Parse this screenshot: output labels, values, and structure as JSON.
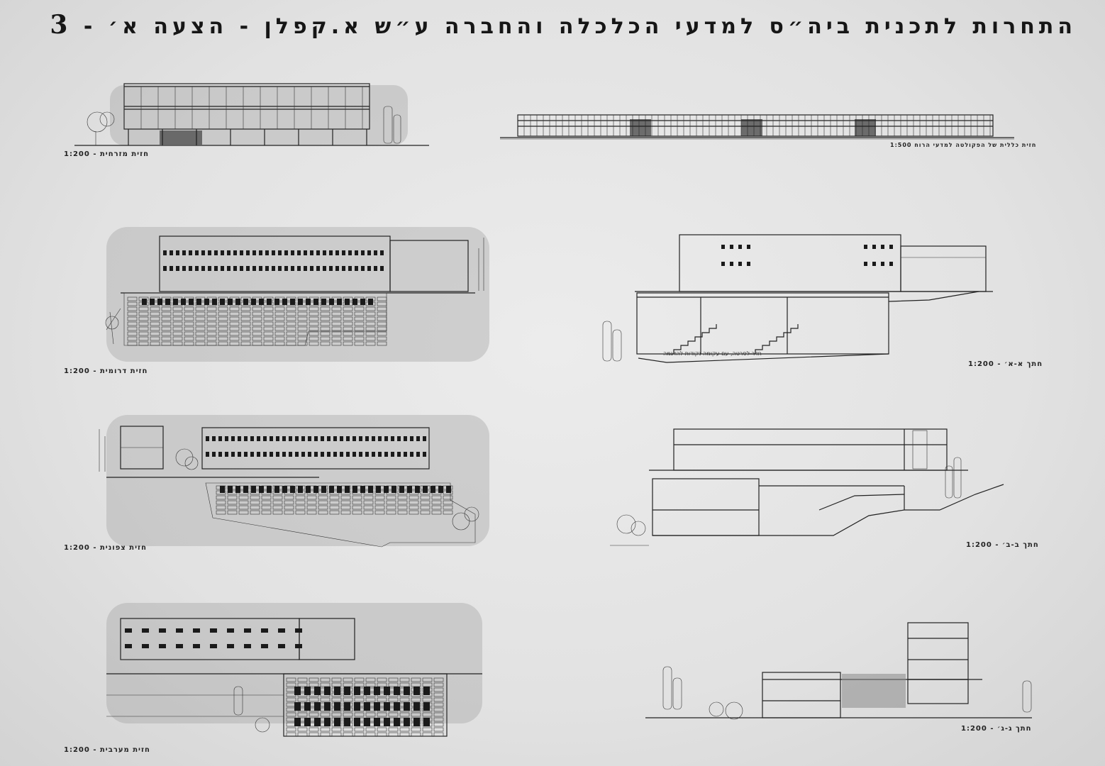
{
  "title": "התחרות לתכנית ביה״ס למדעי הכלכלה והחברה ע״ש א.קפלן - הצעה א׳ - ",
  "title_mark": "3",
  "drawings": [
    {
      "id": "east",
      "label": "חזית מזרחית - 1:200"
    },
    {
      "id": "general",
      "label": "חזית כללית של הפקולטה למדעי הרוח 1:500"
    },
    {
      "id": "south",
      "label": "חזית דרומית - 1:200"
    },
    {
      "id": "section-aa",
      "label": "חתך א-א׳ - 1:200",
      "note": "חדר לסרטה, עם עקומה נקודות להדגמה"
    },
    {
      "id": "north",
      "label": "חזית צפונית - 1:200"
    },
    {
      "id": "section-bb",
      "label": "חתך ב-ב׳ - 1:200"
    },
    {
      "id": "west",
      "label": "חזית מערבית - 1:200"
    },
    {
      "id": "section-cc",
      "label": "חתך ג-ג׳ - 1:200"
    }
  ]
}
